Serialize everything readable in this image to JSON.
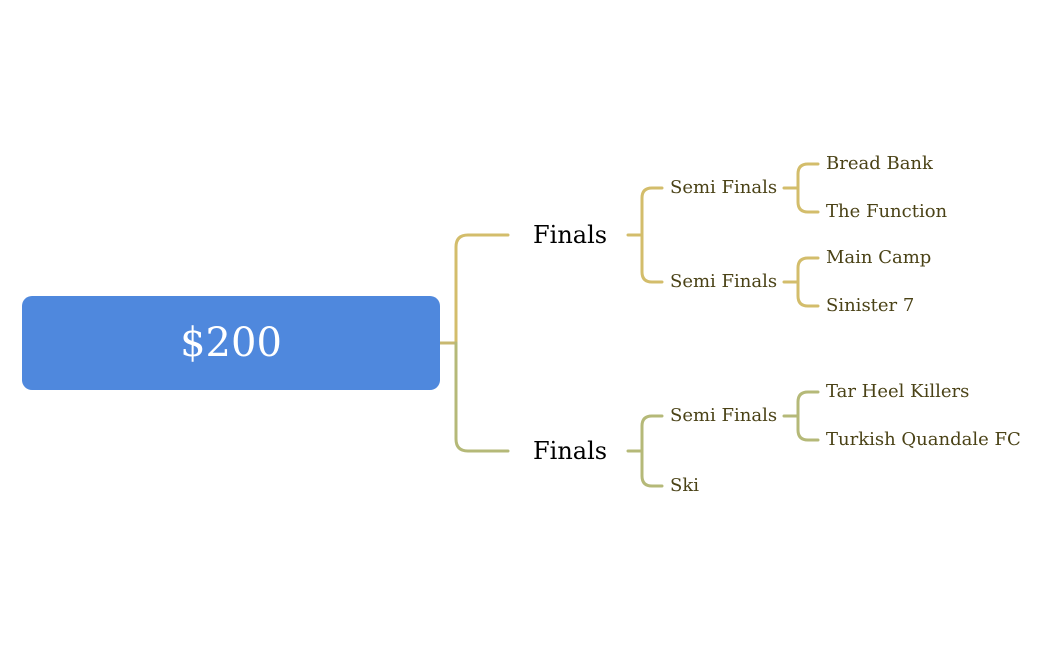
{
  "root": {
    "label": "$200"
  },
  "branches": [
    {
      "label": "Finals",
      "color": "#d3bd6b",
      "children": [
        {
          "label": "Semi Finals",
          "children": [
            {
              "label": "Bread Bank"
            },
            {
              "label": "The Function"
            }
          ]
        },
        {
          "label": "Semi Finals",
          "children": [
            {
              "label": "Main Camp"
            },
            {
              "label": "Sinister 7"
            }
          ]
        }
      ]
    },
    {
      "label": "Finals",
      "color": "#b5b978",
      "children": [
        {
          "label": "Semi Finals",
          "children": [
            {
              "label": "Tar Heel Killers"
            },
            {
              "label": "Turkish Quandale FC"
            }
          ]
        },
        {
          "label": "Ski"
        }
      ]
    }
  ]
}
